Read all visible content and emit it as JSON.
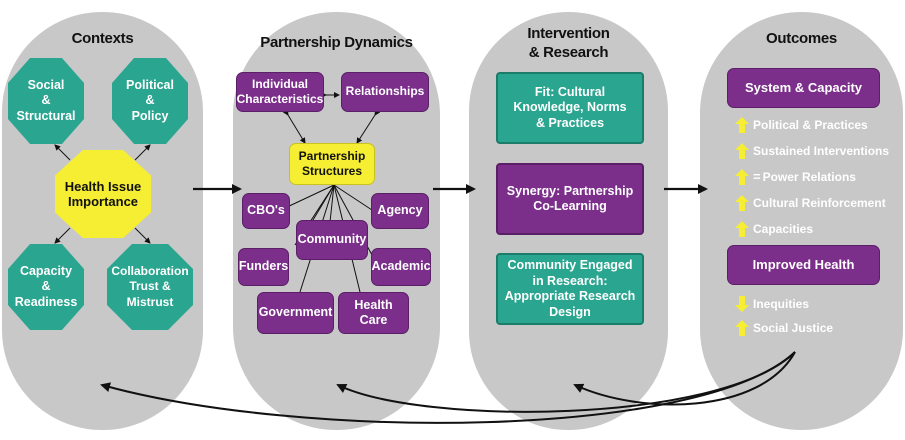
{
  "panels": {
    "contexts": {
      "title": "Contexts",
      "social": "Social\n&\nStructural",
      "political": "Political\n&\nPolicy",
      "health": "Health Issue\nImportance",
      "capacity": "Capacity\n&\nReadiness",
      "collaboration": "Collaboration\nTrust &\nMistrust"
    },
    "partnership": {
      "title": "Partnership Dynamics",
      "individual": "Individual\nCharacteristics",
      "relationships": "Relationships",
      "structures": "Partnership\nStructures",
      "cbos": "CBO's",
      "agency": "Agency",
      "community": "Community",
      "funders": "Funders",
      "academic": "Academic",
      "government": "Government",
      "health_care": "Health Care"
    },
    "intervention": {
      "title": "Intervention\n& Research",
      "fit": "Fit: Cultural\nKnowledge, Norms\n& Practices",
      "synergy": "Synergy: Partnership\nCo-Learning",
      "engaged": "Community Engaged\nin Research:\nAppropriate Research\nDesign"
    },
    "outcomes": {
      "title": "Outcomes",
      "system": "System & Capacity",
      "items": [
        {
          "label": "Political & Practices",
          "icon": "up-arrow-icon"
        },
        {
          "label": "Sustained Interventions",
          "icon": "up-arrow-icon"
        },
        {
          "label": "Power Relations",
          "icon": "up-arrow-icon",
          "prefix": "="
        },
        {
          "label": "Cultural Reinforcement",
          "icon": "up-arrow-icon"
        },
        {
          "label": "Capacities",
          "icon": "up-arrow-icon"
        }
      ],
      "health": "Improved Health",
      "health_items": [
        {
          "label": "Inequities",
          "icon": "down-arrow-icon"
        },
        {
          "label": "Social Justice",
          "icon": "up-arrow-icon"
        }
      ]
    }
  },
  "colors": {
    "panel": "#c8c8c8",
    "teal": "#2aa58f",
    "purple": "#7b2f8b",
    "yellow": "#f6ee33",
    "arrow_icon": "#f6ee33"
  }
}
